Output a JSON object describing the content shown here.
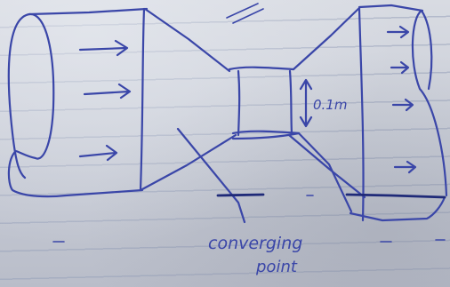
{
  "diagram": {
    "kind": "venturi-tube-sketch",
    "ink_color": "#3a46a8",
    "ink_dark": "#1f2a78",
    "throat_label": "0.1m",
    "annotation": [
      "converging",
      "point"
    ],
    "flow_arrow_icon": "right-arrow-icon"
  }
}
